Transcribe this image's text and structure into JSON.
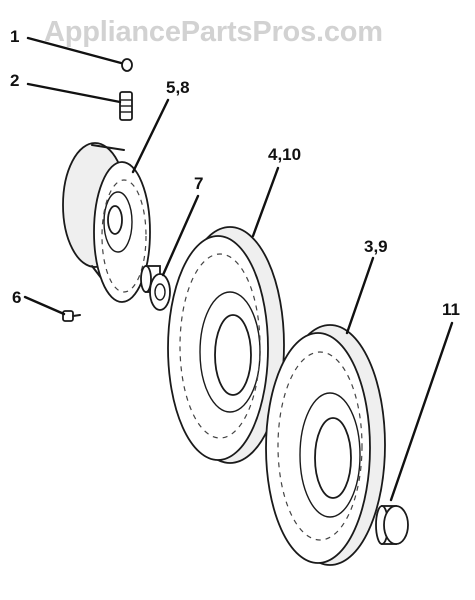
{
  "watermark": "AppliancePartsPros.com",
  "callouts": {
    "c1": "1",
    "c2": "2",
    "c58": "5,8",
    "c7": "7",
    "c410": "4,10",
    "c6": "6",
    "c39": "3,9",
    "c11": "11"
  }
}
